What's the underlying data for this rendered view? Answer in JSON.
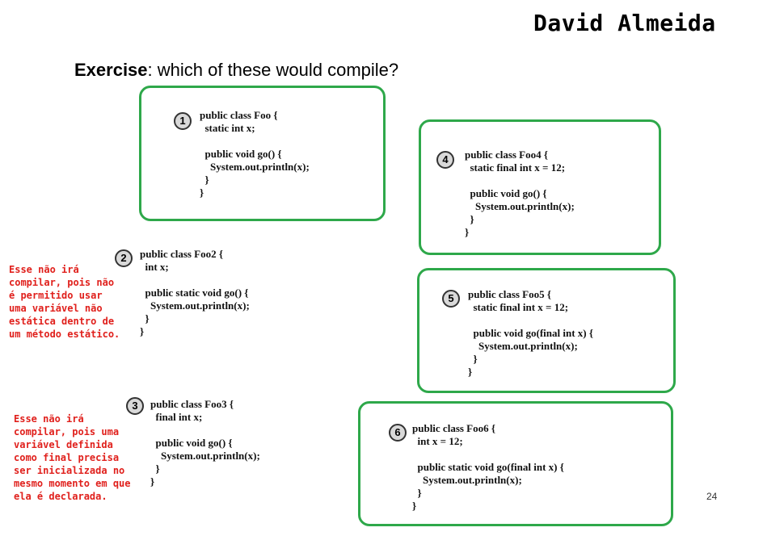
{
  "author": "David Almeida",
  "heading": {
    "bold": "Exercise",
    "rest": ": which of these would compile?"
  },
  "snippets": [
    {
      "number": "1",
      "code": "public class Foo {\n  static int x;\n\n  public void go() {\n    System.out.println(x);\n  }\n}"
    },
    {
      "number": "2",
      "code": "public class Foo2 {\n  int x;\n\n  public static void go() {\n    System.out.println(x);\n  }\n}"
    },
    {
      "number": "3",
      "code": "public class Foo3 {\n  final int x;\n\n  public void go() {\n    System.out.println(x);\n  }\n}"
    },
    {
      "number": "4",
      "code": "public class Foo4 {\n  static final int x = 12;\n\n  public void go() {\n    System.out.println(x);\n  }\n}"
    },
    {
      "number": "5",
      "code": "public class Foo5 {\n  static final int x = 12;\n\n  public void go(final int x) {\n    System.out.println(x);\n  }\n}"
    },
    {
      "number": "6",
      "code": "public class Foo6 {\n  int x = 12;\n\n  public static void go(final int x) {\n    System.out.println(x);\n  }\n}"
    }
  ],
  "notes": {
    "foo2": "Esse não irá\ncompilar, pois não\né permitido usar\numa variável não\nestática dentro de\num método estático.",
    "foo3": "Esse não irá\ncompilar, pois uma\nvariável definida\ncomo final precisa\nser inicializada no\nmesmo momento em que\nela é declarada."
  },
  "page_number": "24",
  "colors": {
    "box_border": "#2ea84a",
    "note_text": "#e0201c"
  }
}
